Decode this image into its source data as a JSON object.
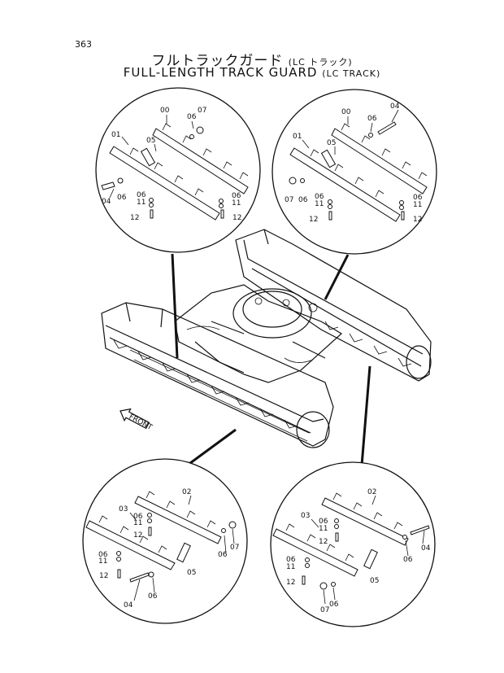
{
  "page_number": "363",
  "title_jp": "フルトラックガード",
  "title_jp_sub": "(LC トラック)",
  "title_en": "FULL-LENGTH TRACK GUARD",
  "title_en_sub": "(LC TRACK)",
  "front_label": "FRONT",
  "callouts": {
    "tl": [
      "00",
      "06",
      "07",
      "01",
      "05",
      "04",
      "06",
      "06",
      "11",
      "06",
      "11",
      "12",
      "12"
    ],
    "tr": [
      "00",
      "06",
      "04",
      "01",
      "05",
      "07",
      "06",
      "06",
      "11",
      "06",
      "11",
      "12",
      "12"
    ],
    "bl": [
      "02",
      "03",
      "06",
      "11",
      "12",
      "06",
      "11",
      "06",
      "07",
      "12",
      "04",
      "06",
      "05"
    ],
    "br": [
      "02",
      "03",
      "06",
      "11",
      "12",
      "06",
      "11",
      "04",
      "06",
      "12",
      "07",
      "06",
      "05"
    ]
  }
}
